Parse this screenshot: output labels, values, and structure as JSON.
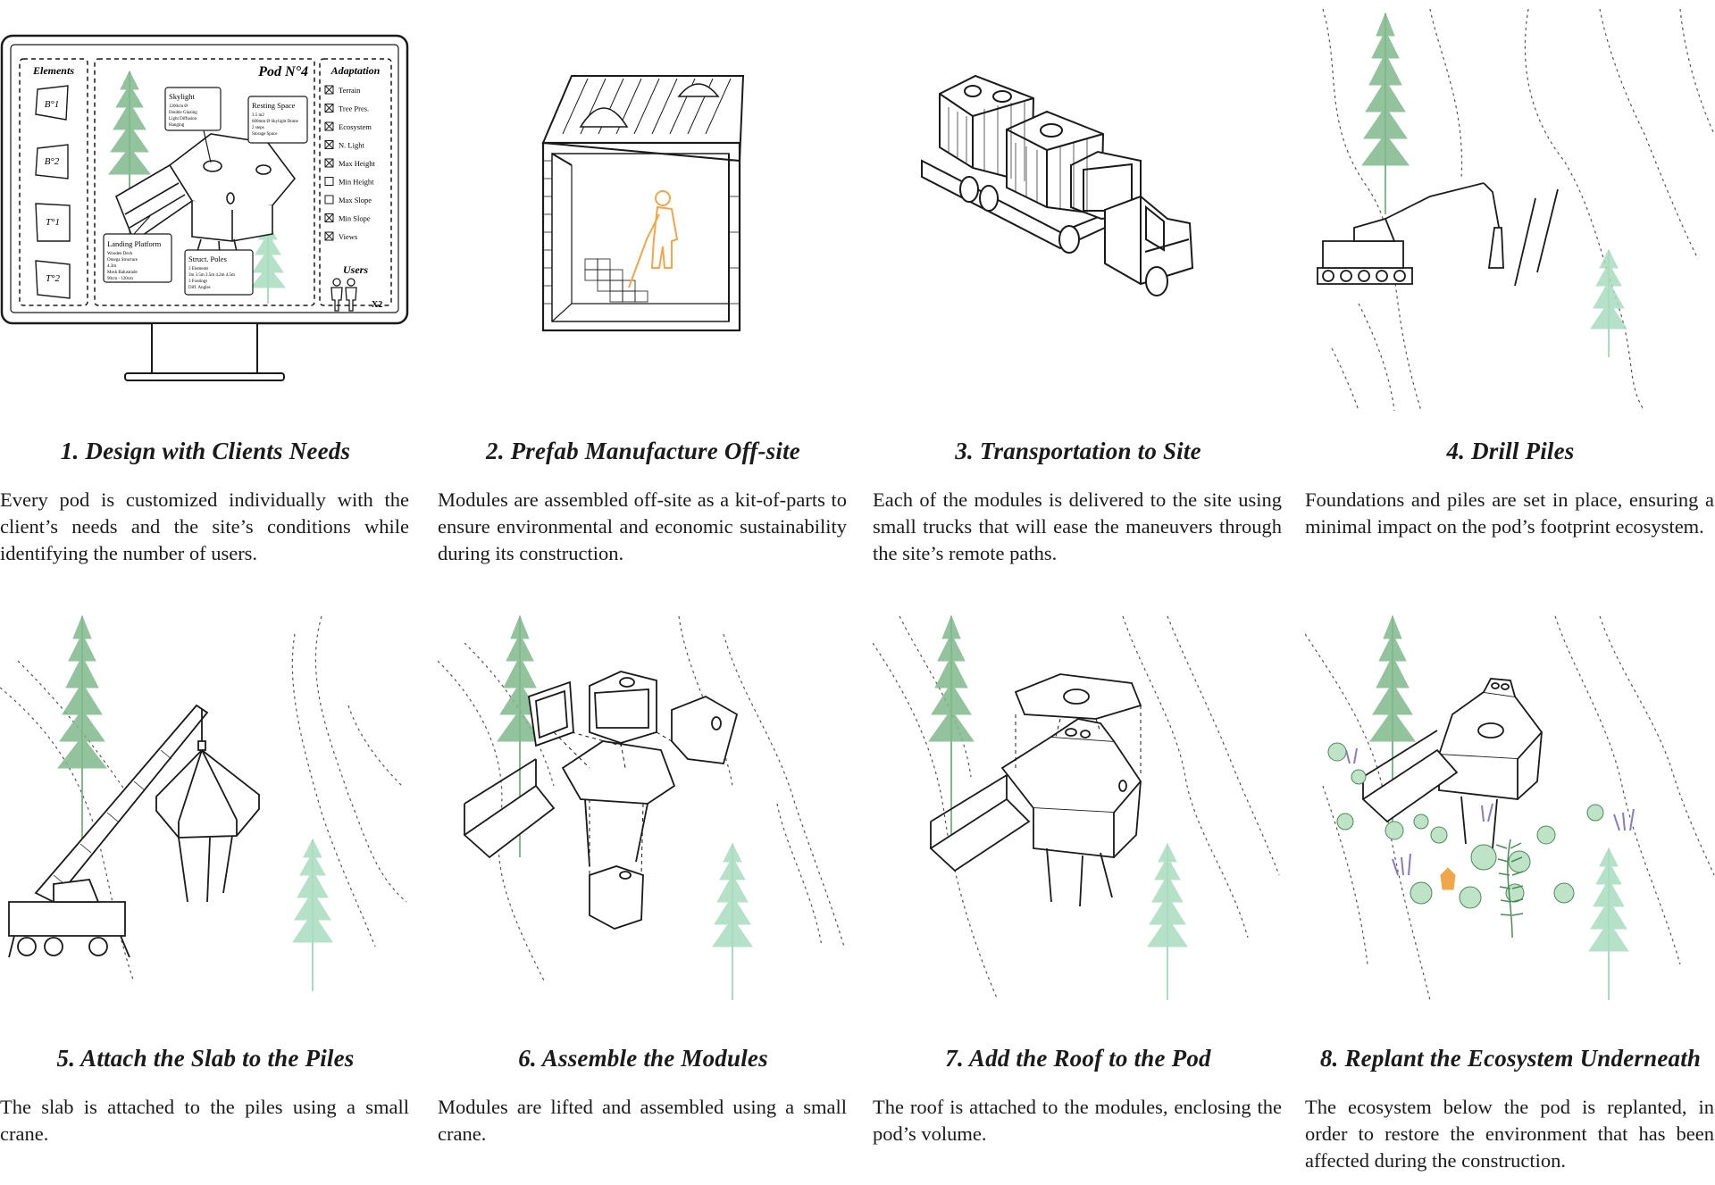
{
  "steps": [
    {
      "title": "1. Design with Clients Needs",
      "body": "Every pod is customized individually with the client’s needs and the site’s conditions while identifying the number of users."
    },
    {
      "title": "2. Prefab Manufacture Off-site",
      "body": "Modules are assembled off-site as a kit-of-parts to ensure environmental and economic sustainability during its construction."
    },
    {
      "title": "3. Transportation to Site",
      "body": "Each of the modules is delivered to the site using small trucks that will ease the maneuvers through the site’s remote paths."
    },
    {
      "title": "4. Drill Piles",
      "body": "Foundations and piles are set in place, ensuring a minimal impact on the pod’s footprint ecosystem."
    },
    {
      "title": "5. Attach the Slab to the Piles",
      "body": "The slab is attached to the piles using a small crane."
    },
    {
      "title": "6. Assemble the Modules",
      "body": "Modules are lifted and assembled using a small crane."
    },
    {
      "title": "7. Add the Roof to the Pod",
      "body": "The roof is attached to the modules, enclosing the pod’s volume."
    },
    {
      "title": "8. Replant the Ecosystem Underneath",
      "body": "The ecosystem below the pod is replanted, in order to restore the environment that has been affected during the construction."
    }
  ],
  "monitor": {
    "elements_title": "Elements",
    "elements": [
      "B°1",
      "B°2",
      "T°1",
      "T°2"
    ],
    "pod_title": "Pod N°4",
    "adaptation_title": "Adaptation",
    "adaptation": [
      {
        "label": "Terrain",
        "checked": true
      },
      {
        "label": "Tree Pres.",
        "checked": true
      },
      {
        "label": "Ecosystem",
        "checked": true
      },
      {
        "label": "N. Light",
        "checked": true
      },
      {
        "label": "Max Height",
        "checked": true
      },
      {
        "label": "Min Height",
        "checked": false
      },
      {
        "label": "Max Slope",
        "checked": false
      },
      {
        "label": "Min Slope",
        "checked": true
      },
      {
        "label": "Views",
        "checked": true
      }
    ],
    "users_title": "Users",
    "users_count": "X2",
    "callouts": {
      "skylight": {
        "title": "Skylight",
        "lines": [
          "1200cm Ø",
          "Double Glazing",
          "Light Diffusion",
          "Hanging"
        ]
      },
      "resting": {
        "title": "Resting Space",
        "lines": [
          "3.5 m2",
          "600mm Ø Skylight Dome",
          "2 steps",
          "Storage Space"
        ]
      },
      "landing": {
        "title": "Landing Platform",
        "lines": [
          "Wooden Deck",
          "Omega Structure",
          "4.3m",
          "Mesh Balustrade",
          "90cm - 120cm"
        ]
      },
      "poles": {
        "title": "Struct. Poles",
        "lines": [
          "3 Elements",
          "3m 3.5m 3.5m 4.2m 4.5m",
          "3 Footings",
          "Diff. Angles"
        ]
      }
    }
  },
  "colors": {
    "ink": "#1a1a1a",
    "tree": "#7fb98c",
    "tree_light": "#a9dcc0",
    "worker": "#f0a64a",
    "lavender": "#8a7bb8"
  }
}
